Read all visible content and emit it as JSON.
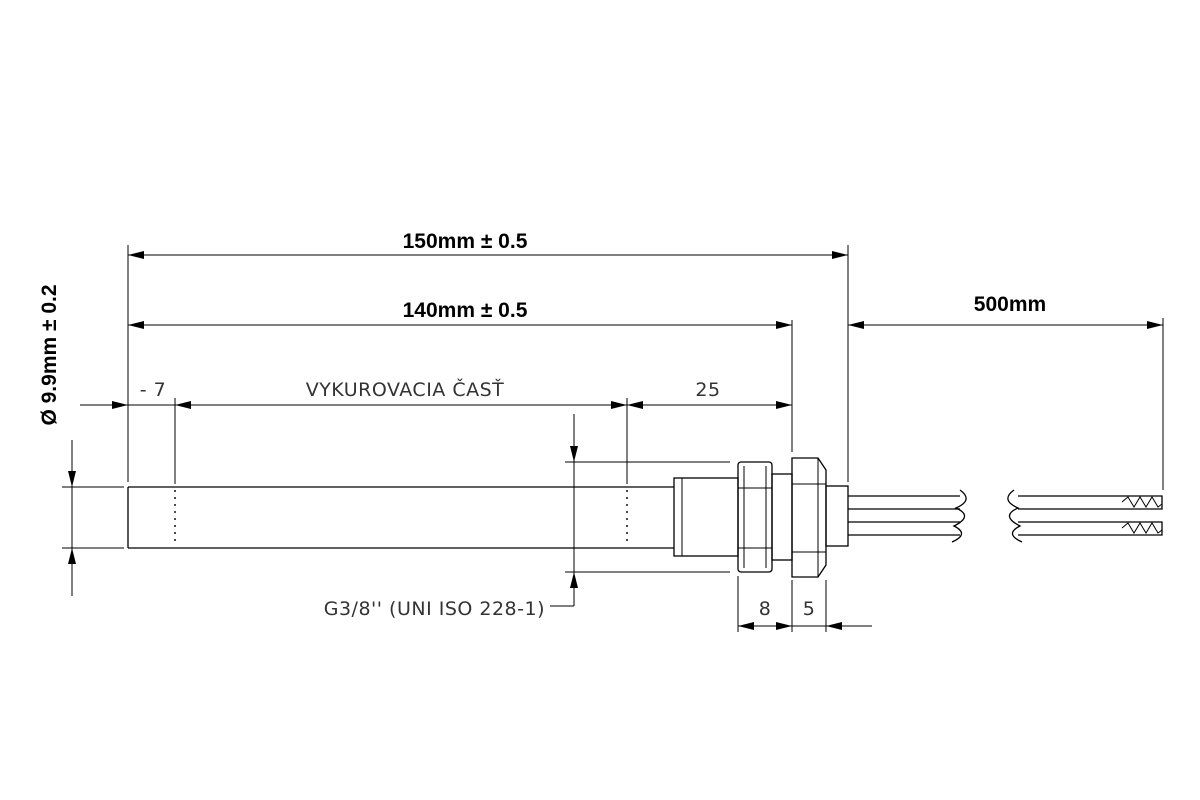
{
  "dimensions": {
    "overall_length": "150mm ± 0.5",
    "element_length": "140mm ± 0.5",
    "wire_length": "500mm",
    "diameter": "Ø 9.9mm ± 0.2",
    "unheated_tip": "- 7",
    "heating_zone": "VYKUROVACIA ČASŤ",
    "unheated_end": "25",
    "thread_spec": "G3/8'' (UNI ISO 228-1)",
    "nut_width": "8",
    "hex_width": "5"
  }
}
